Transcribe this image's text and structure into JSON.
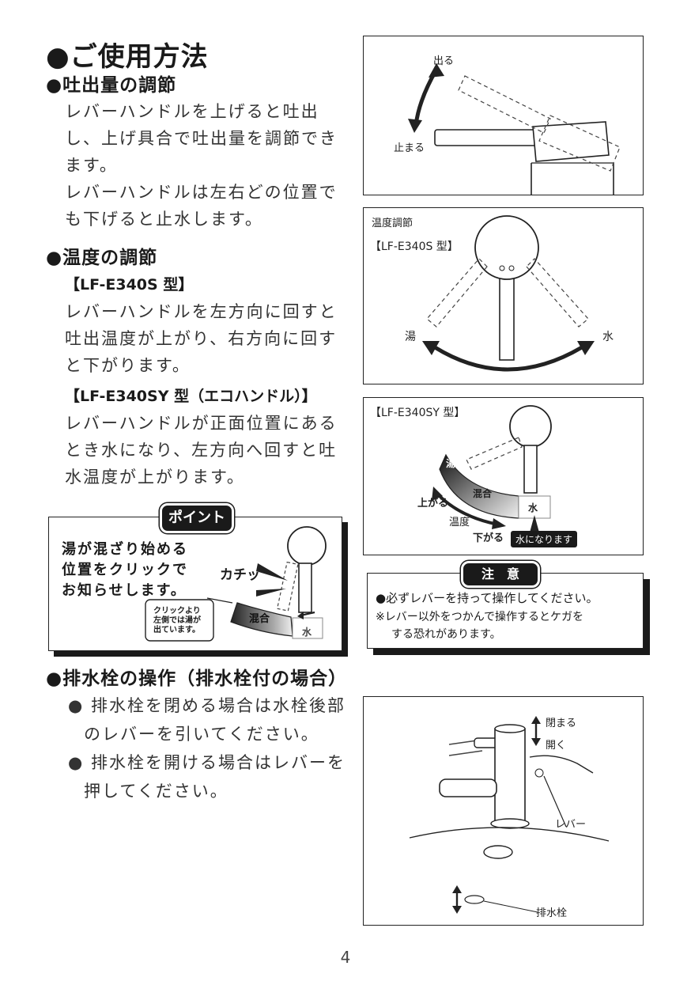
{
  "usage": {
    "title": "●ご使用方法",
    "flow": {
      "heading": "●吐出量の調節",
      "lines": [
        "レバーハンドルを上げると吐出",
        "し、上げ具合で吐出量を調節でき",
        "ます。",
        "レバーハンドルは左右どの位置で",
        "も下げると止水します。"
      ]
    },
    "temp": {
      "heading": "●温度の調節",
      "model_s": "【LF-E340S 型】",
      "lines_s": [
        "レバーハンドルを左方向に回すと",
        "吐出温度が上がり、右方向に回す",
        "と下がります。"
      ],
      "model_sy": "【LF-E340SY 型（エコハンドル）】",
      "lines_sy": [
        "レバーハンドルが正面位置にある",
        "とき水になり、左方向へ回すと吐",
        "水温度が上がります。"
      ]
    }
  },
  "fig_flow": {
    "out": "出る",
    "stop": "止まる"
  },
  "fig_temp_s": {
    "title": "温度調節",
    "model": "【LF-E340S 型】",
    "hot": "湯",
    "cold": "水"
  },
  "fig_temp_sy": {
    "model": "【LF-E340SY 型】",
    "hot": "湯",
    "mix": "混合",
    "cold": "水",
    "up": "上がる",
    "temp": "温度",
    "down": "下がる",
    "becomes_water": "水になります"
  },
  "point": {
    "badge": "ポイント",
    "lines": [
      "湯が混ざり始める",
      "位置をクリックで",
      "お知らせします。"
    ],
    "click_sound": "カチッ",
    "note_lines": [
      "クリックより",
      "左側では湯が",
      "出ています。"
    ],
    "mix": "混合",
    "cold": "水"
  },
  "caution": {
    "badge": "注　意",
    "line1": "●必ずレバーを持って操作してください。",
    "line2": "※レバー以外をつかんで操作するとケガを",
    "line3": "する恐れがあります。"
  },
  "drain": {
    "heading": "●排水栓の操作（排水栓付の場合）",
    "bullets": [
      [
        "● 排水栓を閉める場合は水栓後部",
        "のレバーを引いてください。"
      ],
      [
        "● 排水栓を開ける場合はレバーを",
        "押してください。"
      ]
    ]
  },
  "fig_drain": {
    "close": "閉まる",
    "open": "開く",
    "lever": "レバー",
    "plug": "排水栓"
  },
  "page_number": "4",
  "colors": {
    "ink": "#1a1a1a",
    "badge_bg": "#1a1a1a",
    "badge_fg": "#ffffff"
  }
}
